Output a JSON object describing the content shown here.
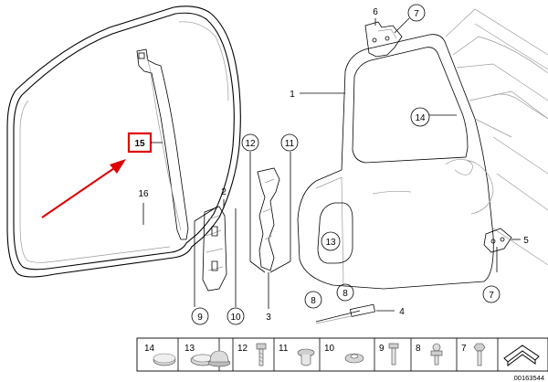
{
  "diagram": {
    "callouts": {
      "c1": "1",
      "c2": "2",
      "c3": "3",
      "c4": "4",
      "c5": "5",
      "c6": "6",
      "c7_top": "7",
      "c7_bottom": "7",
      "c8_a": "8",
      "c8_b": "8",
      "c9": "9",
      "c10": "10",
      "c11": "11",
      "c12": "12",
      "c13": "13",
      "c14": "14",
      "c15": "15",
      "c16": "16"
    },
    "highlight_color": "#e00000",
    "arrow_color": "#e00000"
  },
  "parts_strip": {
    "items": [
      {
        "number": "14",
        "icon": "round-plug-icon"
      },
      {
        "number": "13",
        "icon": "oval-plug-icon"
      },
      {
        "number": "",
        "icon": "domed-cap-icon"
      },
      {
        "number": "12",
        "icon": "bolt-icon"
      },
      {
        "number": "11",
        "icon": "rivet-nut-icon"
      },
      {
        "number": "10",
        "icon": "washer-nut-icon"
      },
      {
        "number": "9",
        "icon": "screw-icon"
      },
      {
        "number": "8",
        "icon": "ball-stud-icon"
      },
      {
        "number": "7",
        "icon": "hex-screw-icon"
      },
      {
        "number": "",
        "icon": "corner-bracket-icon"
      }
    ]
  },
  "document_number": "00163544"
}
